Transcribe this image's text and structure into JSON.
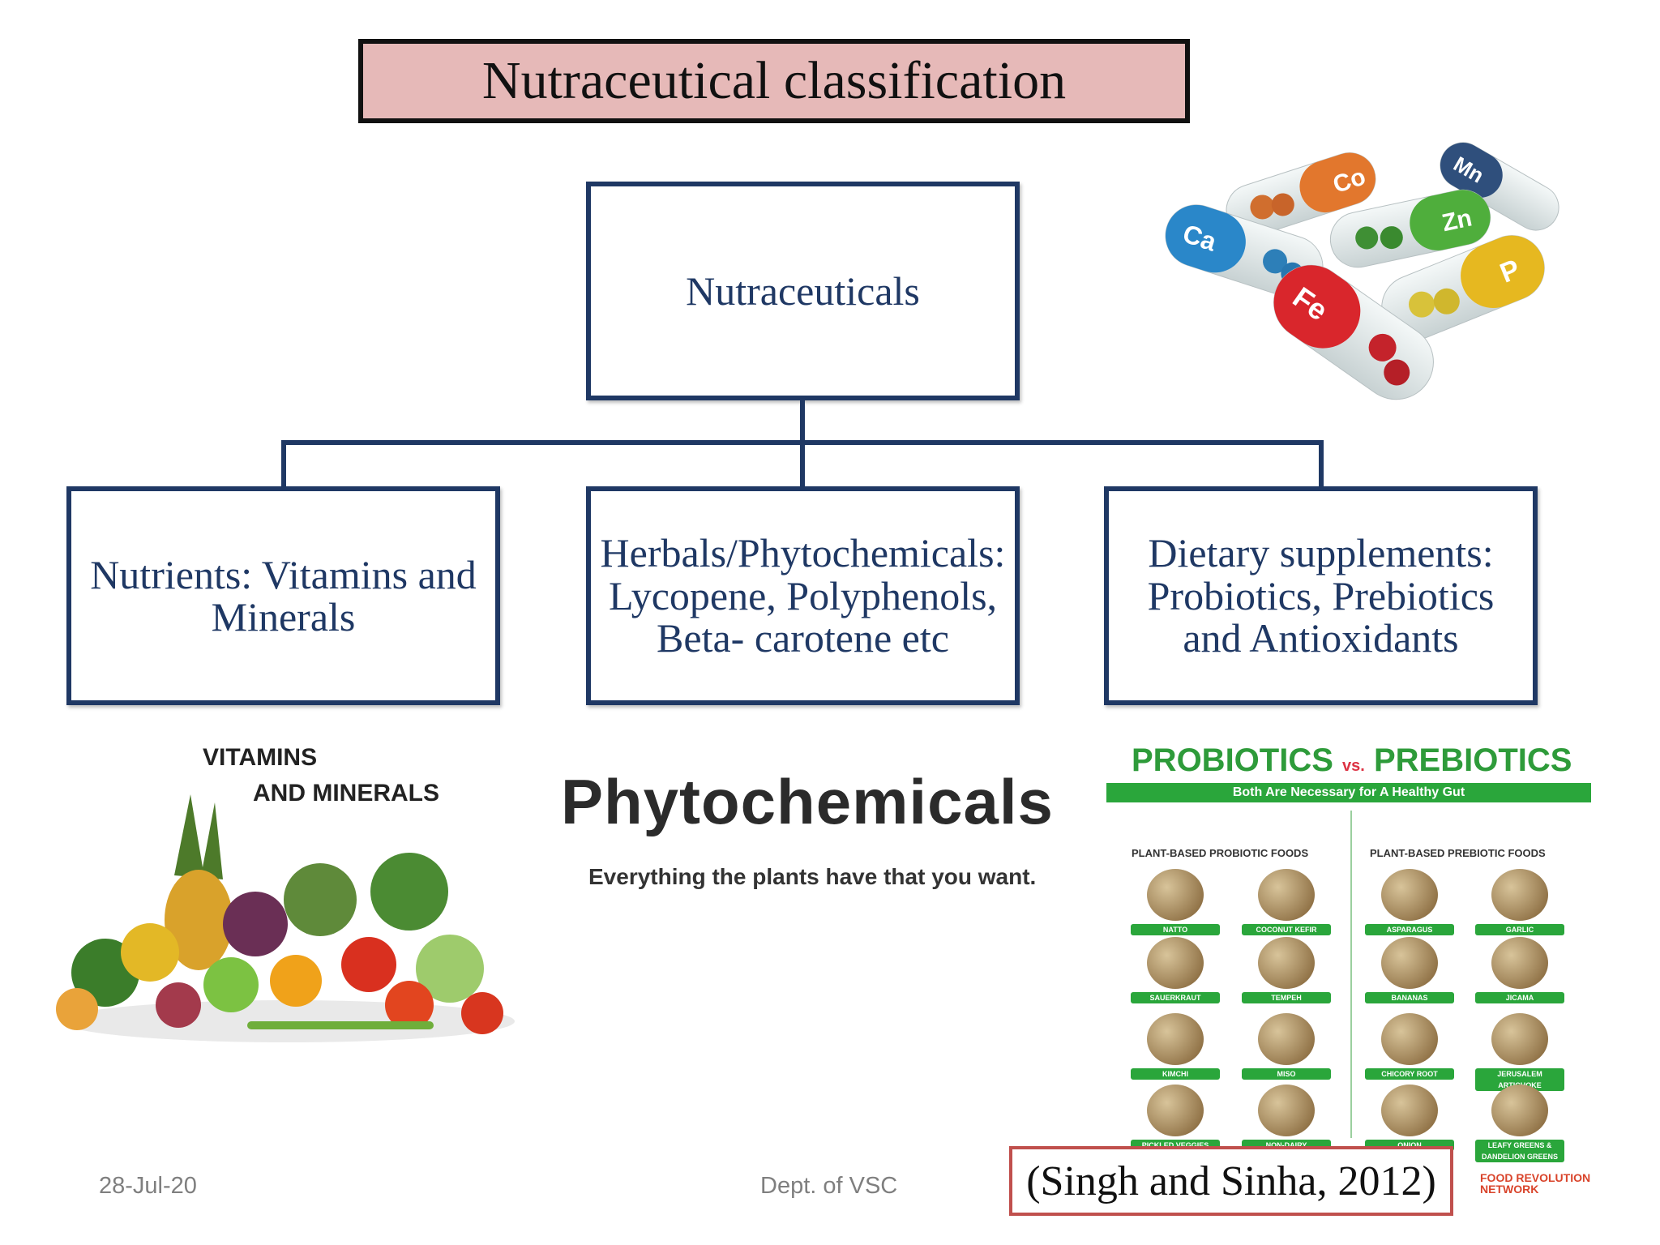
{
  "slide": {
    "title": "Nutraceutical classification"
  },
  "diagram": {
    "root": "Nutraceuticals",
    "children": [
      {
        "lines": [
          "Nutrients: Vitamins and",
          "Minerals"
        ]
      },
      {
        "lines": [
          "Herbals/Phytochemicals:",
          "Lycopene, Polyphenols,",
          "Beta- carotene etc"
        ]
      },
      {
        "lines": [
          "Dietary supplements:",
          "Probiotics, Prebiotics",
          "and  Antioxidants"
        ]
      }
    ]
  },
  "images": {
    "capsules": {
      "labels": [
        "Co",
        "Mn",
        "Ca",
        "Zn",
        "P",
        "Fe"
      ]
    },
    "vitamins": {
      "heading_line1": "VITAMINS",
      "heading_line2": "AND MINERALS"
    },
    "phytochemicals": {
      "word": "Phytochemicals",
      "tagline": "Everything the plants have that you want."
    },
    "probiotics": {
      "title_left": "PROBIOTICS",
      "title_vs": "vs.",
      "title_right": "PREBIOTICS",
      "banner": "Both Are Necessary for A Healthy Gut",
      "left_column_title": "PLANT-BASED PROBIOTIC FOODS",
      "right_column_title": "PLANT-BASED PREBIOTIC FOODS",
      "left_items": [
        "NATTO",
        "COCONUT KEFIR",
        "SAUERKRAUT",
        "TEMPEH",
        "KIMCHI",
        "MISO",
        "PICKLED VEGGIES",
        "NON-DAIRY"
      ],
      "right_items": [
        "ASPARAGUS",
        "GARLIC",
        "BANANAS",
        "JICAMA",
        "CHICORY ROOT",
        "JERUSALEM ARTICHOKE",
        "ONION",
        "LEAFY GREENS & DANDELION GREENS"
      ],
      "brand_line1": "FOOD REVOLUTION",
      "brand_line2": "NETWORK"
    }
  },
  "footer": {
    "date": "28-Jul-20",
    "dept": "Dept. of VSC",
    "citation": "(Singh and Sinha, 2012)"
  },
  "colors": {
    "title_fill": "#e6b9b8",
    "box_border": "#1f3864",
    "text_blue": "#1f3864",
    "citation_border": "#c0504d",
    "probiotic_green": "#2aa63b"
  }
}
